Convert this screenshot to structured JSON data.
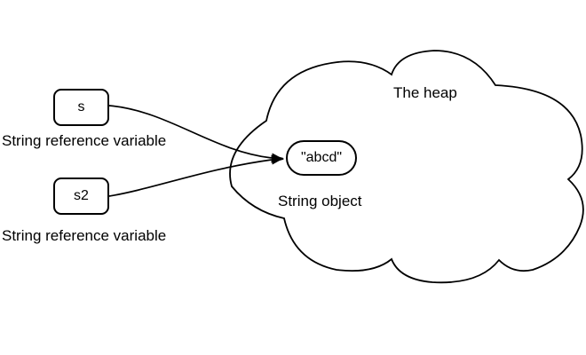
{
  "diagram": {
    "background": "#ffffff",
    "stroke_color": "#000000",
    "heap": {
      "label": "The heap"
    },
    "string_object": {
      "value": "\"abcd\"",
      "caption": "String object"
    },
    "variables": [
      {
        "name": "s",
        "caption": "String reference variable"
      },
      {
        "name": "s2",
        "caption": "String reference variable"
      }
    ]
  }
}
